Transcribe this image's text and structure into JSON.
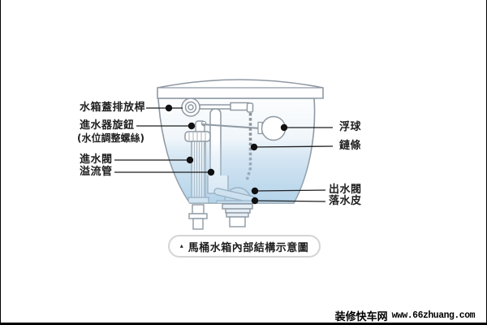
{
  "labels": {
    "tank_lid_lever": "水箱蓋排放桿",
    "inlet_knob": "進水器旋鈕",
    "inlet_knob_sub": "(水位調整螺絲)",
    "inlet_valve": "進水閥",
    "overflow_tube": "溢流管",
    "float_ball": "浮球",
    "chain": "鏈條",
    "outlet_valve": "出水閥",
    "flapper": "落水皮"
  },
  "caption": {
    "bullet": "▴",
    "text": "馬桶水箱內部結構示意圖"
  },
  "watermark": {
    "site_name": "装修快车网",
    "url": "www.66zhuang.com"
  },
  "colors": {
    "outline_gray": "#8f99a3",
    "water_deep": "#c2dcee",
    "water_light": "#eef5fa",
    "component_fill": "#ffffff",
    "dome_fill": "#d8e7f3",
    "label_text": "#1f1f1f",
    "leader_line": "#1f1f1f",
    "caption_border": "#d4d4d4"
  }
}
